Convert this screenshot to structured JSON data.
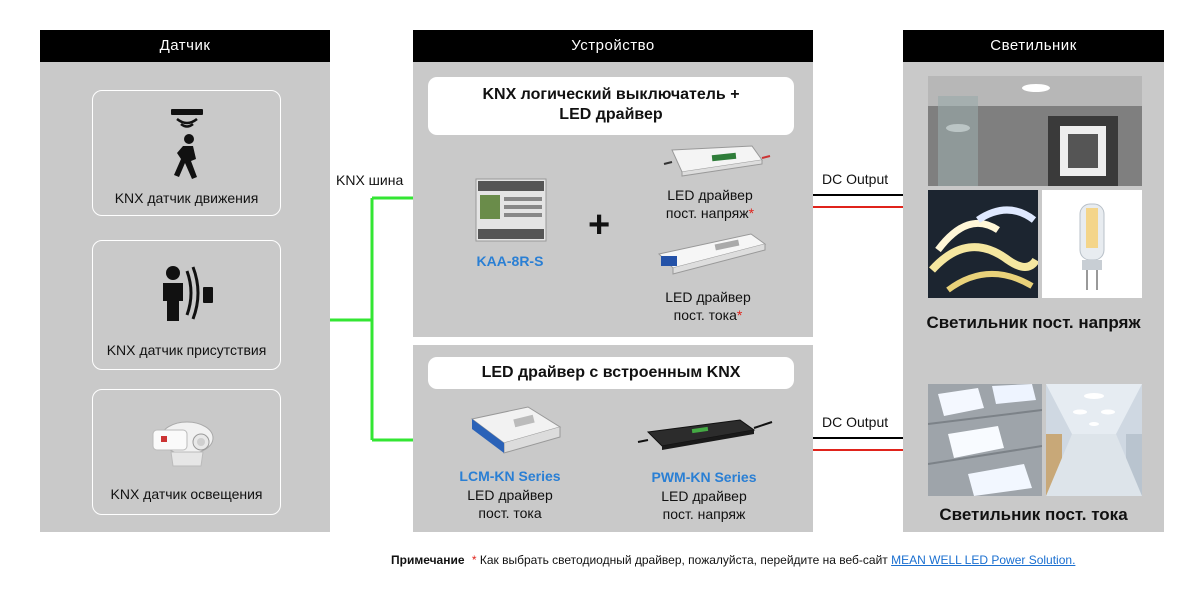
{
  "columns": {
    "sensor": "Датчик",
    "device": "Устройство",
    "luminaire": "Светильник"
  },
  "sensors": [
    {
      "label": "KNX датчик движения",
      "icon": "motion-sensor-icon"
    },
    {
      "label": "KNX датчик присутствия",
      "icon": "presence-sensor-icon"
    },
    {
      "label": "KNX датчик освещения",
      "icon": "light-sensor-icon"
    }
  ],
  "bus_label": "KNX шина",
  "device_top": {
    "title_line1": "KNX логический выключатель +",
    "title_line2": "LED драйвер",
    "product": "KAA-8R-S",
    "plus": "+",
    "driver_cv_line1": "LED драйвер",
    "driver_cv_line2": "пост. напряж",
    "driver_cc_line1": "LED драйвер",
    "driver_cc_line2": "пост. тока",
    "asterisk": "*"
  },
  "device_bottom": {
    "title": "LED драйвер с встроенным KNX",
    "lcm_name": "LCM-KN Series",
    "lcm_line1": "LED драйвер",
    "lcm_line2": "пост. тока",
    "pwm_name": "PWM-KN Series",
    "pwm_line1": "LED драйвер",
    "pwm_line2": "пост. напряж"
  },
  "dc_output": "DC Output",
  "luminaires": {
    "cv_caption": "Светильник пост. напряж",
    "cc_caption": "Светильник пост. тока"
  },
  "note": {
    "label": "Примечание",
    "asterisk": "*",
    "text": " Как выбрать светодиодный драйвер, пожалуйста, перейдите на веб-сайт ",
    "link": "MEAN WELL LED Power Solution."
  },
  "colors": {
    "header_bg": "#000000",
    "panel_bg": "#c9c9c9",
    "bus_line": "#33e633",
    "dc_positive": "#e0231b",
    "dc_negative": "#000000",
    "product_name": "#2a7fd4"
  }
}
